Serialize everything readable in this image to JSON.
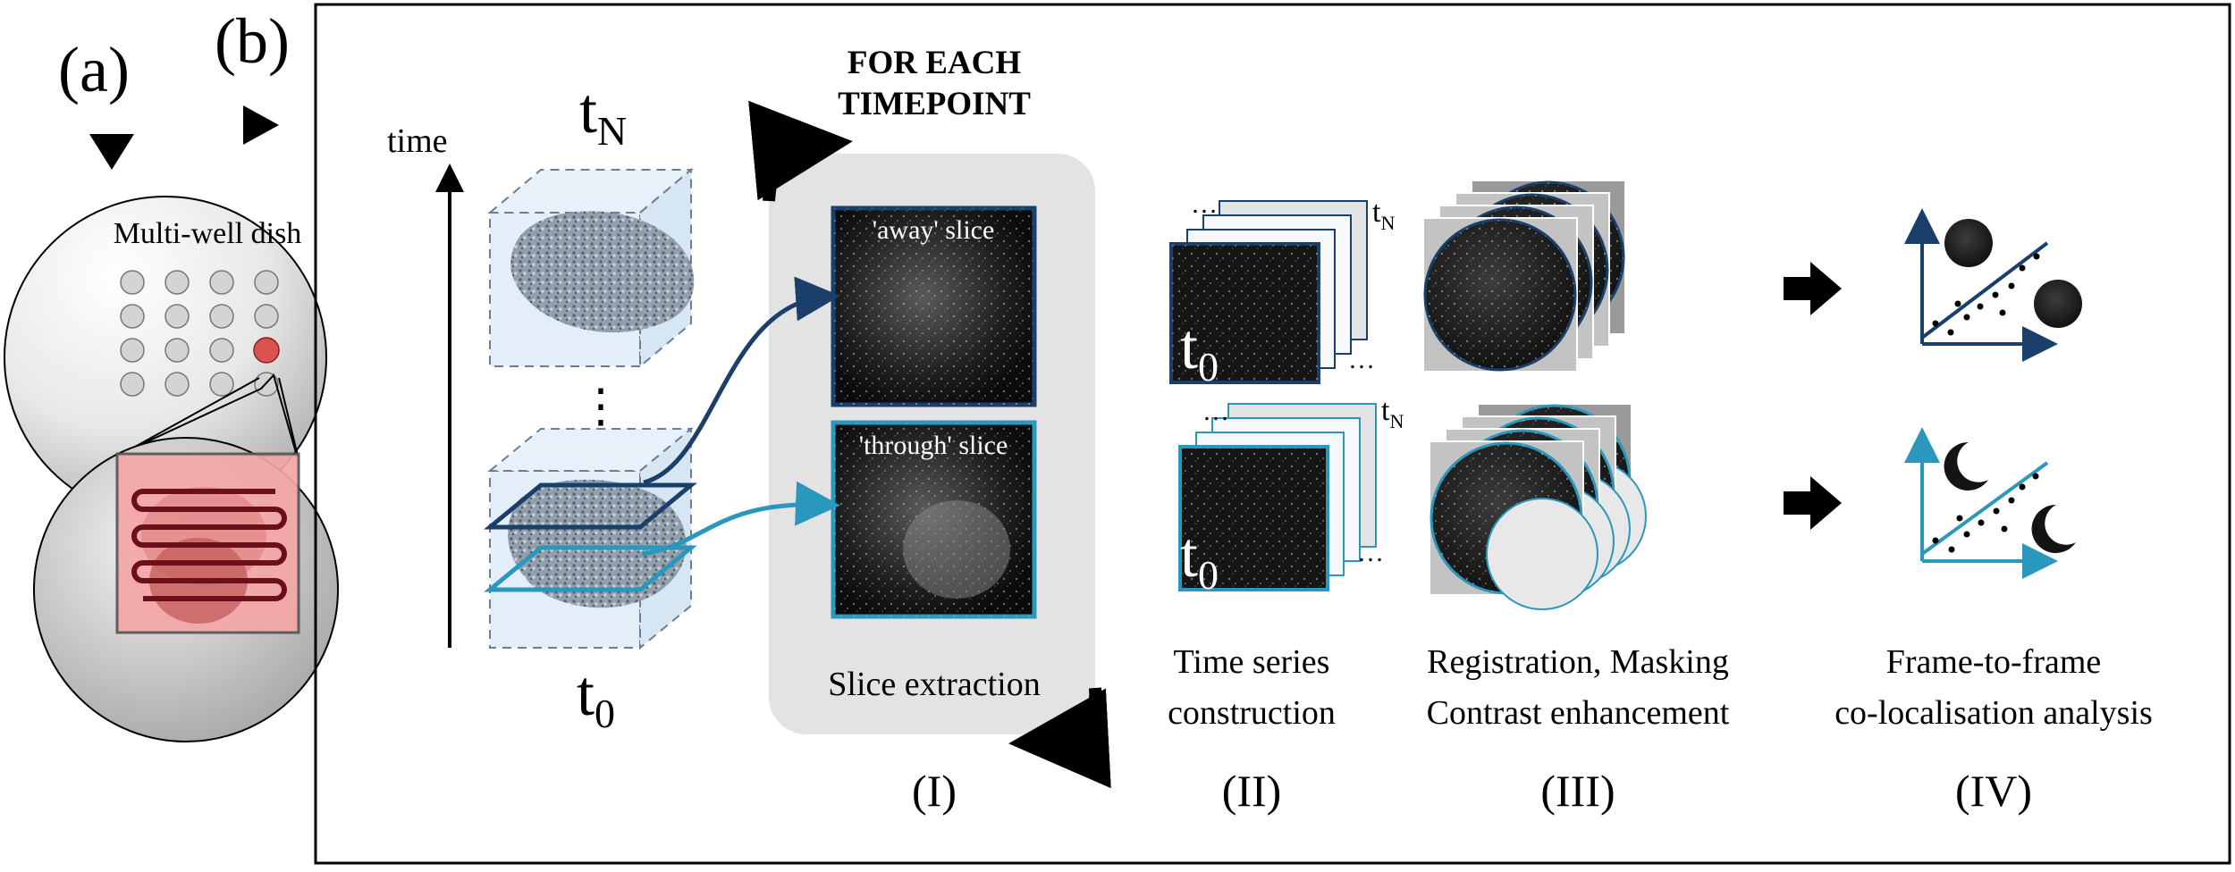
{
  "panel_labels": {
    "a": "(a)",
    "b": "(b)"
  },
  "dish": {
    "label": "Multi-well dish",
    "rows": 4,
    "cols": 4,
    "highlight": {
      "row": 2,
      "col": 3
    }
  },
  "time_axis": {
    "label": "time",
    "top_label_base": "t",
    "top_label_sub": "N",
    "bottom_label_base": "t",
    "bottom_label_sub": "0",
    "ellipsis": "⋮"
  },
  "header": {
    "line1": "FOR EACH",
    "line2": "TIMEPOINT"
  },
  "slices": {
    "away_label": "'away' slice",
    "through_label": "'through' slice",
    "caption": "Slice extraction"
  },
  "stacks": {
    "front_base": "t",
    "front_sub": "0",
    "back_base": "t",
    "back_sub": "N",
    "ellipsis": "…"
  },
  "captions": {
    "ii_line1": "Time series",
    "ii_line2": "construction",
    "iii_line1": "Registration, Masking",
    "iii_line2": "Contrast enhancement",
    "iv_line1": "Frame-to-frame",
    "iv_line2": "co-localisation analysis"
  },
  "steps": [
    "(I)",
    "(II)",
    "(III)",
    "(IV)"
  ],
  "colors": {
    "dark_blue": "#1b3f6b",
    "light_blue": "#2a97bd",
    "well_red": "#d9534f",
    "panel_gray": "#e3e3e3",
    "cube_fill": "#e3eef8"
  }
}
